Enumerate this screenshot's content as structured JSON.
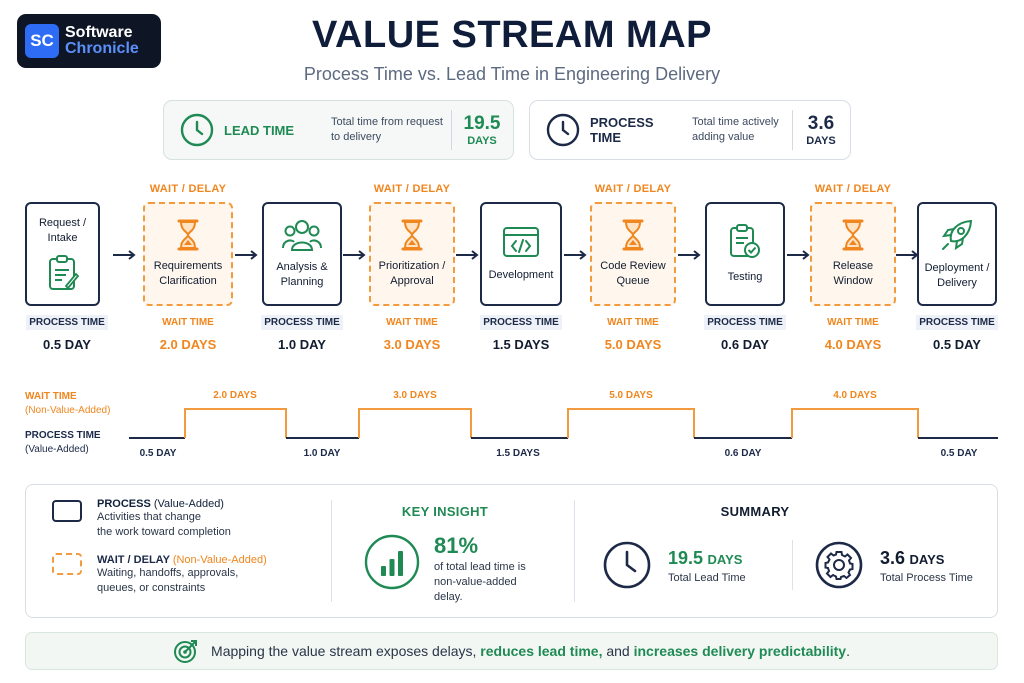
{
  "brand": {
    "badge": "SC",
    "line1": "Software",
    "line2": "Chronicle"
  },
  "title": "VALUE STREAM MAP",
  "subtitle": "Process Time vs. Lead Time in Engineering Delivery",
  "colors": {
    "navy": "#1c2a48",
    "orange": "#f0861e",
    "green": "#1f8a54",
    "accent_blue": "#2f6cf6"
  },
  "metrics": {
    "lead": {
      "label": "LEAD TIME",
      "desc_1": "Total time from request",
      "desc_2": "to delivery",
      "value": "19.5",
      "unit": "DAYS",
      "icon": "clock-icon"
    },
    "process": {
      "label": "PROCESS TIME",
      "desc_1": "Total time actively",
      "desc_2": "adding value",
      "value": "3.6",
      "unit": "DAYS",
      "icon": "clock-icon"
    }
  },
  "flow": {
    "wait_header": "WAIT / DELAY",
    "process_label": "PROCESS TIME",
    "wait_label": "WAIT TIME",
    "steps": [
      {
        "kind": "process",
        "l1": "Request /",
        "l2": "Intake",
        "value": "0.5 DAY",
        "icon": "clipboard-icon"
      },
      {
        "kind": "wait",
        "l1": "Requirements",
        "l2": "Clarification",
        "value": "2.0 DAYS",
        "icon": "hourglass-icon"
      },
      {
        "kind": "process",
        "l1": "Analysis &",
        "l2": "Planning",
        "value": "1.0 DAY",
        "icon": "team-icon"
      },
      {
        "kind": "wait",
        "l1": "Prioritization /",
        "l2": "Approval",
        "value": "3.0 DAYS",
        "icon": "hourglass-icon"
      },
      {
        "kind": "process",
        "l1": "Development",
        "l2": "",
        "value": "1.5 DAYS",
        "icon": "code-icon"
      },
      {
        "kind": "wait",
        "l1": "Code Review",
        "l2": "Queue",
        "value": "5.0 DAYS",
        "icon": "hourglass-icon"
      },
      {
        "kind": "process",
        "l1": "Testing",
        "l2": "",
        "value": "0.6 DAY",
        "icon": "checklist-icon"
      },
      {
        "kind": "wait",
        "l1": "Release",
        "l2": "Window",
        "value": "4.0 DAYS",
        "icon": "hourglass-icon"
      },
      {
        "kind": "process",
        "l1": "Deployment /",
        "l2": "Delivery",
        "value": "0.5 DAY",
        "icon": "rocket-icon"
      }
    ]
  },
  "timeline": {
    "wait_label": "WAIT TIME",
    "wait_sub": "(Non-Value-Added)",
    "process_label": "PROCESS TIME",
    "process_sub": "(Value-Added)",
    "wait_values": [
      "2.0 DAYS",
      "3.0 DAYS",
      "5.0 DAYS",
      "4.0 DAYS"
    ],
    "process_values": [
      "0.5 DAY",
      "1.0 DAY",
      "1.5 DAYS",
      "0.6 DAY",
      "0.5 DAY"
    ]
  },
  "legend": {
    "process_title": "PROCESS",
    "process_tag": "(Value-Added)",
    "process_desc_1": "Activities that change",
    "process_desc_2": "the work toward completion",
    "wait_title": "WAIT / DELAY",
    "wait_tag": "(Non-Value-Added)",
    "wait_desc_1": "Waiting, handoffs, approvals,",
    "wait_desc_2": "queues, or constraints"
  },
  "insight": {
    "heading": "KEY INSIGHT",
    "percent": "81%",
    "percent_fraction": 0.81,
    "text_1": "of total lead time is",
    "text_2": "non-value-added",
    "text_3": "delay."
  },
  "summary": {
    "heading": "SUMMARY",
    "lead_value": "19.5",
    "lead_unit": "DAYS",
    "lead_label": "Total Lead Time",
    "process_value": "3.6",
    "process_unit": "DAYS",
    "process_label": "Total Process Time"
  },
  "banner": {
    "pre": "Mapping the value stream exposes delays,",
    "em1": "reduces lead time,",
    "mid": "and",
    "em2": "increases delivery predictability",
    "end": "."
  }
}
